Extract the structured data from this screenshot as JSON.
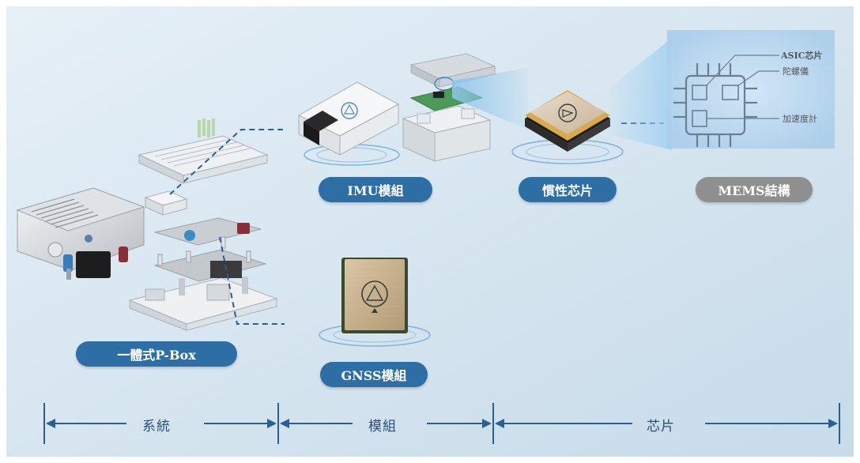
{
  "labels": {
    "pbox": "一體式P-Box",
    "imu": "IMU模組",
    "inertial_chip": "慣性芯片",
    "mems": "MEMS結構",
    "gnss": "GNSS模組"
  },
  "mems_callouts": {
    "asic": "ASIC芯片",
    "gyro": "陀螺儀",
    "accel": "加速度計"
  },
  "scale": {
    "system": "系統",
    "module": "模組",
    "chip": "芯片"
  },
  "colors": {
    "background": "#cfe1ee",
    "accent_blue": "#2d6fa5",
    "gray_pill": "#8f8f8f",
    "dash": "#2a5f91"
  }
}
